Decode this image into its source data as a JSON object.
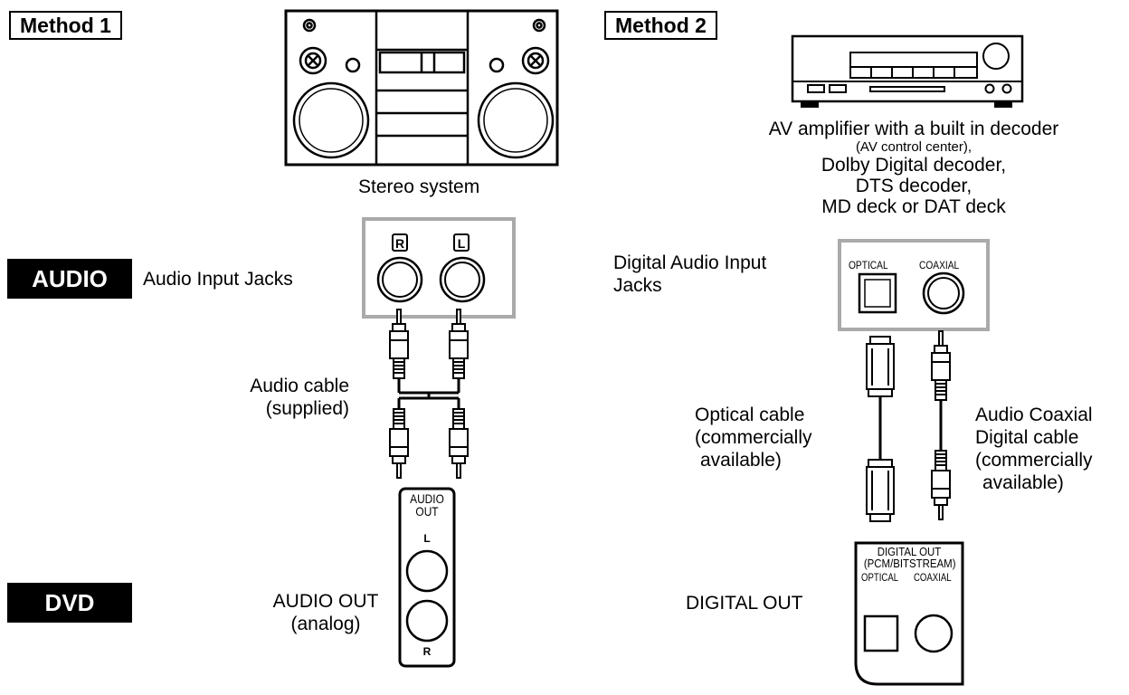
{
  "method1": {
    "label": "Method 1"
  },
  "method2": {
    "label": "Method 2"
  },
  "side_labels": {
    "audio": "AUDIO",
    "dvd": "DVD"
  },
  "stereo": {
    "caption": "Stereo system"
  },
  "amplifier": {
    "line1": "AV amplifier with a built in decoder",
    "line2": "(AV control center),",
    "line3": "Dolby Digital decoder,",
    "line4": "DTS decoder,",
    "line5": "MD deck or DAT deck"
  },
  "audio_input": {
    "label": "Audio Input Jacks",
    "jack_r": "R",
    "jack_l": "L"
  },
  "audio_cable": {
    "line1": "Audio cable",
    "line2": "(supplied)"
  },
  "audio_out": {
    "line1": "AUDIO OUT",
    "line2": "(analog)",
    "panel_title1": "AUDIO",
    "panel_title2": "OUT",
    "panel_l": "L",
    "panel_r": "R"
  },
  "digital_input": {
    "line1": "Digital Audio Input",
    "line2": "Jacks",
    "optical": "OPTICAL",
    "coaxial": "COAXIAL"
  },
  "optical_cable": {
    "line1": "Optical cable",
    "line2": "(commercially",
    "line3": "available)"
  },
  "coax_cable": {
    "line1": "Audio Coaxial",
    "line2": "Digital cable",
    "line3": "(commercially",
    "line4": "available)"
  },
  "digital_out": {
    "label": "DIGITAL OUT",
    "panel_title1": "DIGITAL OUT",
    "panel_title2": "(PCM/BITSTREAM)",
    "optical": "OPTICAL",
    "coaxial": "COAXIAL"
  }
}
